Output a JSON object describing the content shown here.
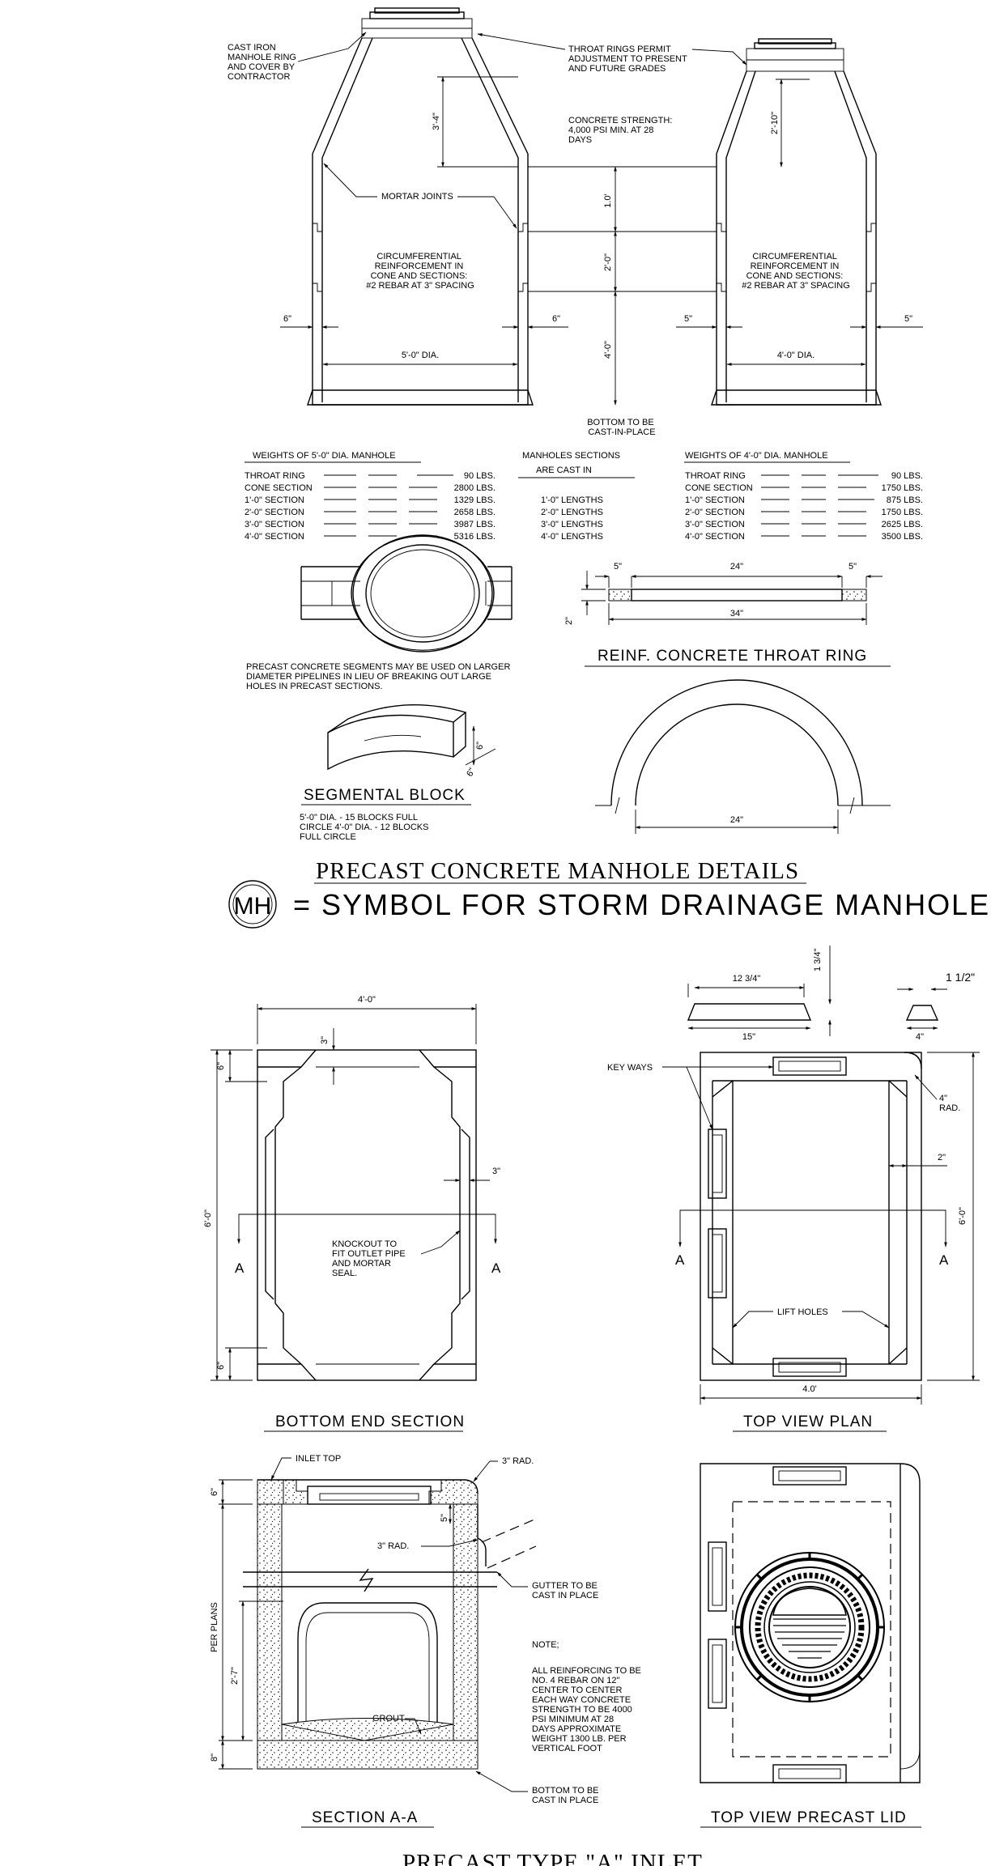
{
  "manhole": {
    "notes": {
      "cast_iron": [
        "CAST IRON",
        "MANHOLE RING",
        "AND COVER BY",
        "CONTRACTOR"
      ],
      "throat_rings": [
        "THROAT RINGS PERMIT",
        "ADJUSTMENT TO PRESENT",
        "AND FUTURE GRADES"
      ],
      "concrete_strength": [
        "CONCRETE STRENGTH:",
        "4,000 PSI MIN. AT 28",
        "DAYS"
      ],
      "mortar_joints": "MORTAR JOINTS",
      "reinf_5": [
        "CIRCUMFERENTIAL",
        "REINFORCEMENT IN",
        "CONE AND SECTIONS:",
        "#2 REBAR AT 3\" SPACING"
      ],
      "reinf_4": [
        "CIRCUMFERENTIAL",
        "REINFORCEMENT IN",
        "CONE AND SECTIONS:",
        "#2 REBAR AT 3\" SPACING"
      ],
      "bottom": [
        "BOTTOM TO BE",
        "CAST-IN-PLACE"
      ]
    },
    "dims": {
      "cone5": "3'-4\"",
      "cone4": "2'-10\"",
      "s1": "1.0'",
      "s2": "2'-0\"",
      "s4": "4'-0\"",
      "wall6_left": "6\"",
      "wall6_right": "6\"",
      "wall5_left": "5\"",
      "wall5_right": "5\"",
      "dia5": "5'-0\" DIA.",
      "dia4": "4'-0\" DIA."
    },
    "weights5": {
      "title": "WEIGHTS OF 5'-0\" DIA. MANHOLE",
      "rows": [
        {
          "label": "THROAT RING",
          "value": "90 LBS."
        },
        {
          "label": "CONE SECTION",
          "value": "2800 LBS."
        },
        {
          "label": "1'-0\" SECTION",
          "value": "1329 LBS."
        },
        {
          "label": "2'-0\" SECTION",
          "value": "2658 LBS."
        },
        {
          "label": "3'-0\" SECTION",
          "value": "3987 LBS."
        },
        {
          "label": "4'-0\" SECTION",
          "value": "5316 LBS."
        }
      ]
    },
    "sections": {
      "title": [
        "MANHOLES SECTIONS",
        "ARE CAST IN"
      ],
      "items": [
        "1'-0\" LENGTHS",
        "2'-0\" LENGTHS",
        "3'-0\" LENGTHS",
        "4'-0\" LENGTHS"
      ]
    },
    "weights4": {
      "title": "WEIGHTS OF 4'-0\" DIA. MANHOLE",
      "rows": [
        {
          "label": "THROAT RING",
          "value": "90 LBS."
        },
        {
          "label": "CONE SECTION",
          "value": "1750 LBS."
        },
        {
          "label": "1'-0\" SECTION",
          "value": "875 LBS."
        },
        {
          "label": "2'-0\" SECTION",
          "value": "1750 LBS."
        },
        {
          "label": "3'-0\" SECTION",
          "value": "2625 LBS."
        },
        {
          "label": "4'-0\" SECTION",
          "value": "3500 LBS."
        }
      ]
    },
    "segments_note": [
      "PRECAST CONCRETE SEGMENTS MAY BE USED ON LARGER",
      "DIAMETER PIPELINES IN LIEU OF BREAKING OUT LARGE",
      "HOLES IN PRECAST SECTIONS."
    ],
    "segmental_block": {
      "title": "SEGMENTAL BLOCK",
      "dim_h": "6\"",
      "dim_w": "6\"",
      "note": [
        "5'-0\" DIA. - 15 BLOCKS FULL",
        "CIRCLE 4'-0\" DIA. - 12 BLOCKS",
        "FULL CIRCLE"
      ]
    },
    "throat_ring": {
      "title": "REINF. CONCRETE THROAT RING",
      "d5a": "5\"",
      "d24": "24\"",
      "d5b": "5\"",
      "d2": "2\"",
      "d34": "34\"",
      "arc24": "24\""
    },
    "title": "PRECAST CONCRETE MANHOLE DETAILS",
    "symbol": {
      "abbr": "MH",
      "text": "=  SYMBOL FOR STORM DRAINAGE MANHOLE"
    }
  },
  "inlet": {
    "bottom_end": {
      "title": "BOTTOM END SECTION",
      "width": "4'-0\"",
      "height": "6'-0\"",
      "d3_top": "3\"",
      "d3_side": "3\"",
      "d6_top": "6\"",
      "d6_bot": "6\"",
      "knockout": [
        "KNOCKOUT TO",
        "FIT OUTLET PIPE",
        "AND MORTAR",
        "SEAL."
      ],
      "a_left": "A",
      "a_right": "A"
    },
    "top_view": {
      "title": "TOP VIEW PLAN",
      "d1234": "12 3/4\"",
      "d15": "15\"",
      "d134": "1 3/4\"",
      "d112": "1 1/2\"",
      "d4": "4\"",
      "rad": [
        "4\"",
        "RAD."
      ],
      "d2": "2\"",
      "height": "6'-0\"",
      "width": "4.0'",
      "keyways": "KEY WAYS",
      "lift": "LIFT HOLES",
      "a_left": "A",
      "a_right": "A"
    },
    "section": {
      "title": "SECTION A-A",
      "inlet_top": "INLET TOP",
      "rad3_top": "3\" RAD.",
      "rad3_mid": "3\" RAD.",
      "d5": "5\"",
      "d6": "6\"",
      "per_plans": "PER PLANS",
      "d27": "2'-7\"",
      "d8": "8\"",
      "gutter": [
        "GUTTER TO BE",
        "CAST IN PLACE"
      ],
      "grout": "GROUT",
      "bottom": [
        "BOTTOM TO BE",
        "CAST IN PLACE"
      ],
      "note_head": "NOTE;",
      "note": [
        "ALL REINFORCING TO BE",
        "NO. 4 REBAR ON 12\"",
        "CENTER TO CENTER",
        "EACH WAY CONCRETE",
        "STRENGTH TO BE 4000",
        "PSI MINIMUM AT 28",
        "DAYS APPROXIMATE",
        "WEIGHT 1300 LB. PER",
        "VERTICAL FOOT"
      ]
    },
    "lid": {
      "title": "TOP VIEW PRECAST LID"
    },
    "title": "PRECAST TYPE \"A\" INLET"
  }
}
